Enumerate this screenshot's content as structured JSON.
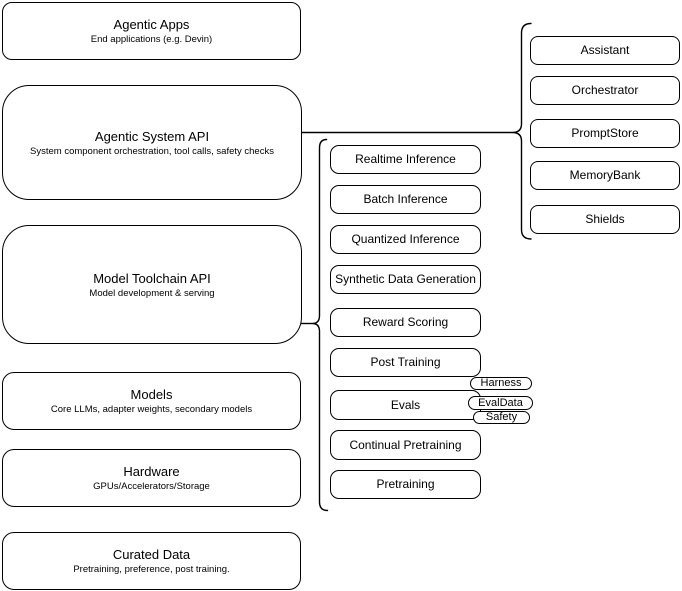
{
  "stack": [
    {
      "title": "Agentic Apps",
      "subtitle": "End applications (e.g. Devin)"
    },
    {
      "title": "Agentic System API",
      "subtitle": "System component orchestration, tool calls, safety checks"
    },
    {
      "title": "Model Toolchain API",
      "subtitle": "Model development & serving"
    },
    {
      "title": "Models",
      "subtitle": "Core LLMs, adapter weights, secondary models"
    },
    {
      "title": "Hardware",
      "subtitle": "GPUs/Accelerators/Storage"
    },
    {
      "title": "Curated Data",
      "subtitle": "Pretraining, preference, post training."
    }
  ],
  "toolchain_components": [
    "Realtime Inference",
    "Batch Inference",
    "Quantized Inference",
    "Synthetic Data Generation",
    "Reward Scoring",
    "Post Training",
    "Evals",
    "Continual Pretraining",
    "Pretraining"
  ],
  "evals_tags": [
    "Harness",
    "EvalData",
    "Safety"
  ],
  "system_components": [
    "Assistant",
    "Orchestrator",
    "PromptStore",
    "MemoryBank",
    "Shields"
  ],
  "colors": {
    "stroke": "#000000",
    "fill": "#ffffff",
    "text": "#000000",
    "background": "#ffffff"
  }
}
